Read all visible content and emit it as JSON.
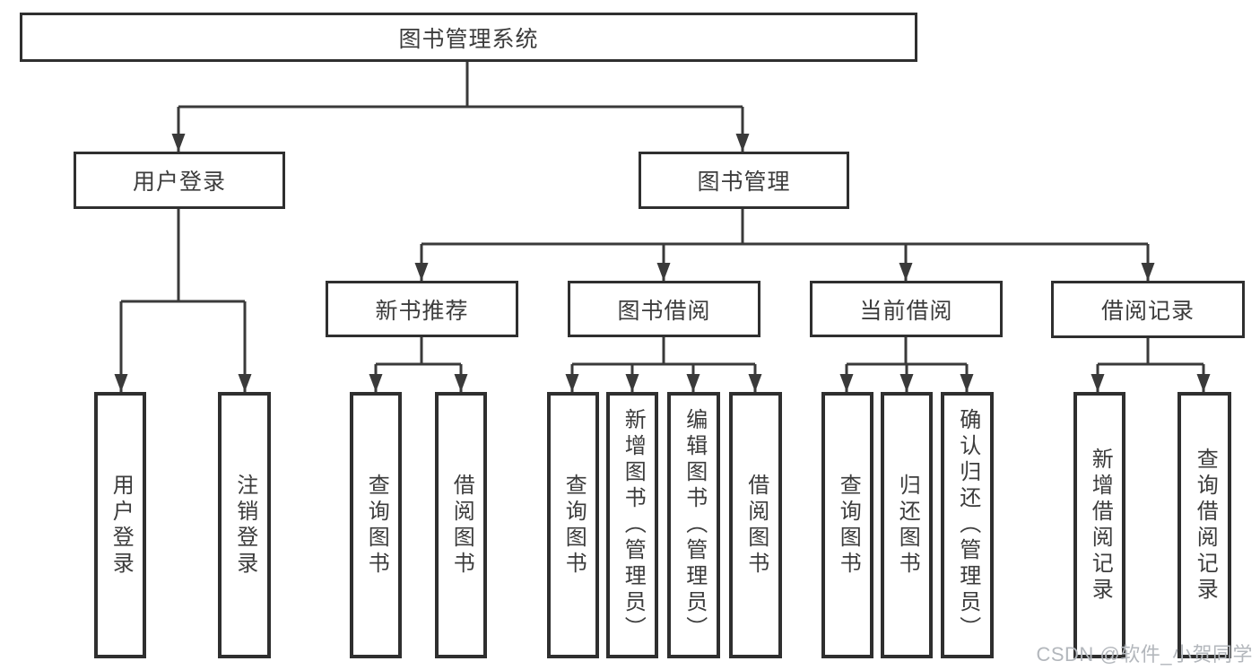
{
  "diagram": {
    "root": {
      "label": "图书管理系统"
    },
    "branches": [
      {
        "label": "用户登录",
        "children": [
          {
            "label": "用户登录"
          },
          {
            "label": "注销登录"
          }
        ]
      },
      {
        "label": "图书管理",
        "children": [
          {
            "label": "新书推荐",
            "children": [
              {
                "label": "查询图书"
              },
              {
                "label": "借阅图书"
              }
            ]
          },
          {
            "label": "图书借阅",
            "children": [
              {
                "label": "查询图书"
              },
              {
                "label": "新增图书（管理员）"
              },
              {
                "label": "编辑图书（管理员）"
              },
              {
                "label": "借阅图书"
              }
            ]
          },
          {
            "label": "当前借阅",
            "children": [
              {
                "label": "查询图书"
              },
              {
                "label": "归还图书"
              },
              {
                "label": "确认归还（管理员）"
              }
            ]
          },
          {
            "label": "借阅记录",
            "children": [
              {
                "label": "新增借阅记录"
              },
              {
                "label": "查询借阅记录"
              }
            ]
          }
        ]
      }
    ]
  },
  "watermark": {
    "text": "CSDN @软件_小贺同学"
  },
  "colors": {
    "line": "#3a3a3a",
    "box_border": "#2f2f2f",
    "box_fill": "#ffffff",
    "text": "#3c3c3c",
    "watermark": "#b3b7bc",
    "background": "#ffffff"
  }
}
